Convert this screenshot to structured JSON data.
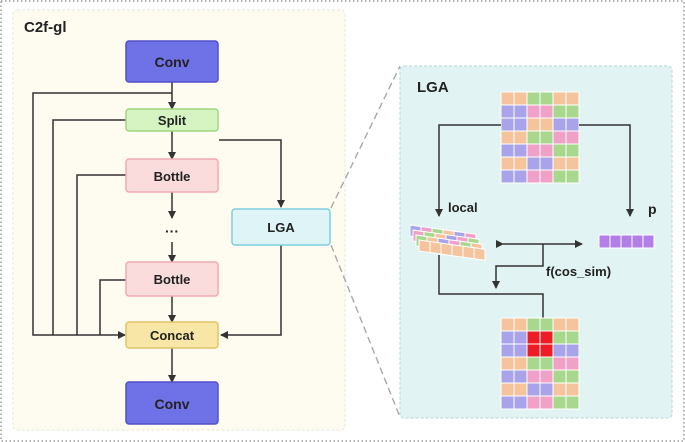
{
  "left_panel": {
    "title": "C2f-gl",
    "conv_top": "Conv",
    "split": "Split",
    "bottle_1": "Bottle",
    "ellipsis": "···",
    "bottle_2": "Bottle",
    "lga": "LGA",
    "concat": "Concat",
    "conv_bottom": "Conv"
  },
  "right_panel": {
    "title": "LGA",
    "local_label": "local",
    "p_label": "p",
    "cos_label": "f(cos_sim)"
  },
  "colors": {
    "conv_fill": "#6f71e6",
    "split_fill": "#d6f3c2",
    "bottle_fill": "#fbdcdc",
    "lga_fill": "#dff4f6",
    "concat_fill": "#f8e6a6",
    "left_panel_bg": "#fefbf1",
    "right_panel_bg": "#e2f3f4",
    "cell_orange": "#f6c49c",
    "cell_green": "#a8d88e",
    "cell_purple": "#a9a4ea",
    "cell_pink": "#f1a1c8",
    "cell_red": "#ee1c24",
    "p_purple": "#b27ee8"
  }
}
